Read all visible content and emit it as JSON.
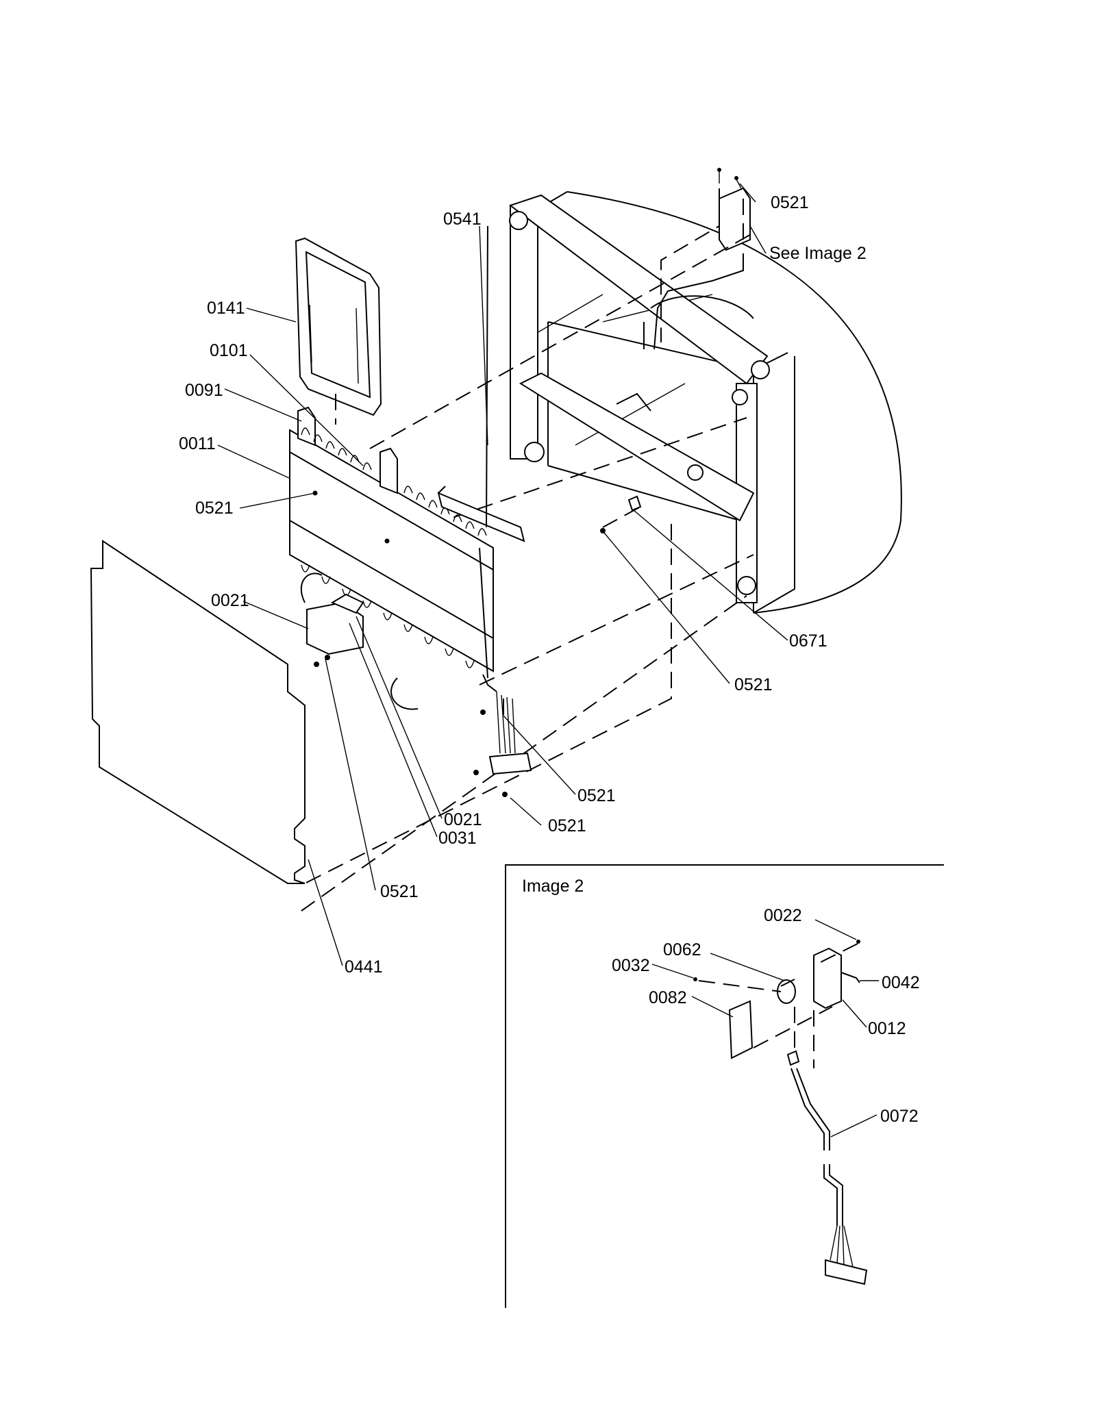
{
  "diagram": {
    "callouts": [
      {
        "id": "c-0521-top",
        "text": "0521"
      },
      {
        "id": "c-see-image-2",
        "text": "See Image 2"
      },
      {
        "id": "c-0541",
        "text": "0541"
      },
      {
        "id": "c-0141",
        "text": "0141"
      },
      {
        "id": "c-0101",
        "text": "0101"
      },
      {
        "id": "c-0091",
        "text": "0091"
      },
      {
        "id": "c-0011",
        "text": "0011"
      },
      {
        "id": "c-0521-evap",
        "text": "0521"
      },
      {
        "id": "c-0021-left",
        "text": "0021"
      },
      {
        "id": "c-0671",
        "text": "0671"
      },
      {
        "id": "c-0521-right",
        "text": "0521"
      },
      {
        "id": "c-0521-harness-a",
        "text": "0521"
      },
      {
        "id": "c-0521-harness-b",
        "text": "0521"
      },
      {
        "id": "c-0021-lower",
        "text": "0021"
      },
      {
        "id": "c-0031",
        "text": "0031"
      },
      {
        "id": "c-0521-bottom",
        "text": "0521"
      },
      {
        "id": "c-0441",
        "text": "0441"
      }
    ],
    "inset": {
      "title": "Image 2",
      "callouts": [
        {
          "id": "i-0022",
          "text": "0022"
        },
        {
          "id": "i-0062",
          "text": "0062"
        },
        {
          "id": "i-0032",
          "text": "0032"
        },
        {
          "id": "i-0042",
          "text": "0042"
        },
        {
          "id": "i-0082",
          "text": "0082"
        },
        {
          "id": "i-0012",
          "text": "0012"
        },
        {
          "id": "i-0072",
          "text": "0072"
        }
      ]
    }
  }
}
